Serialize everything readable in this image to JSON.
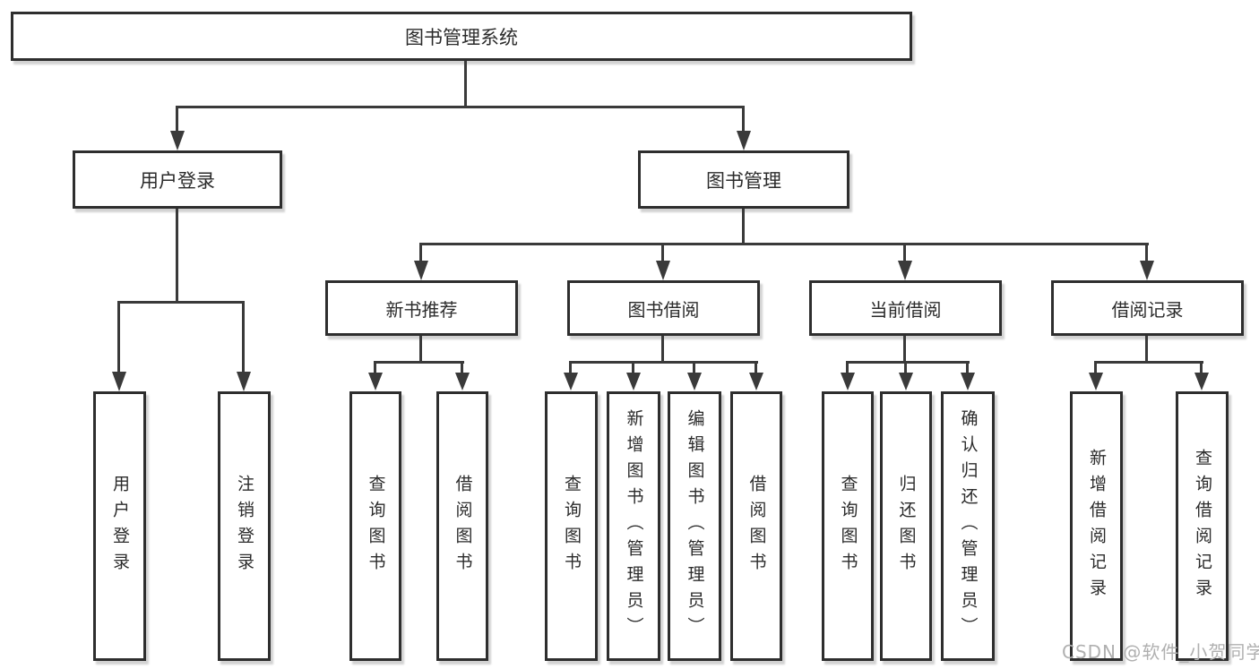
{
  "diagram": {
    "root": {
      "label": "图书管理系统"
    },
    "branches": [
      {
        "label": "用户登录",
        "children": [
          {
            "label": "用户登录"
          },
          {
            "label": "注销登录"
          }
        ]
      },
      {
        "label": "图书管理",
        "children": [
          {
            "label": "新书推荐",
            "children": [
              {
                "label": "查询图书"
              },
              {
                "label": "借阅图书"
              }
            ]
          },
          {
            "label": "图书借阅",
            "children": [
              {
                "label": "查询图书"
              },
              {
                "label": "新增图书（管理员）"
              },
              {
                "label": "编辑图书（管理员）"
              },
              {
                "label": "借阅图书"
              }
            ]
          },
          {
            "label": "当前借阅",
            "children": [
              {
                "label": "查询图书"
              },
              {
                "label": "归还图书"
              },
              {
                "label": "确认归还（管理员）"
              }
            ]
          },
          {
            "label": "借阅记录",
            "children": [
              {
                "label": "新增借阅记录"
              },
              {
                "label": "查询借阅记录"
              }
            ]
          }
        ]
      }
    ]
  },
  "watermark": {
    "text": "CSDN @软件_小贺同学",
    "color": "#b0b0b0"
  },
  "colors": {
    "background": "#ffffff",
    "line": "#3a3a3a",
    "box_border": "#2e2e2e",
    "text": "#2b2b2b"
  }
}
